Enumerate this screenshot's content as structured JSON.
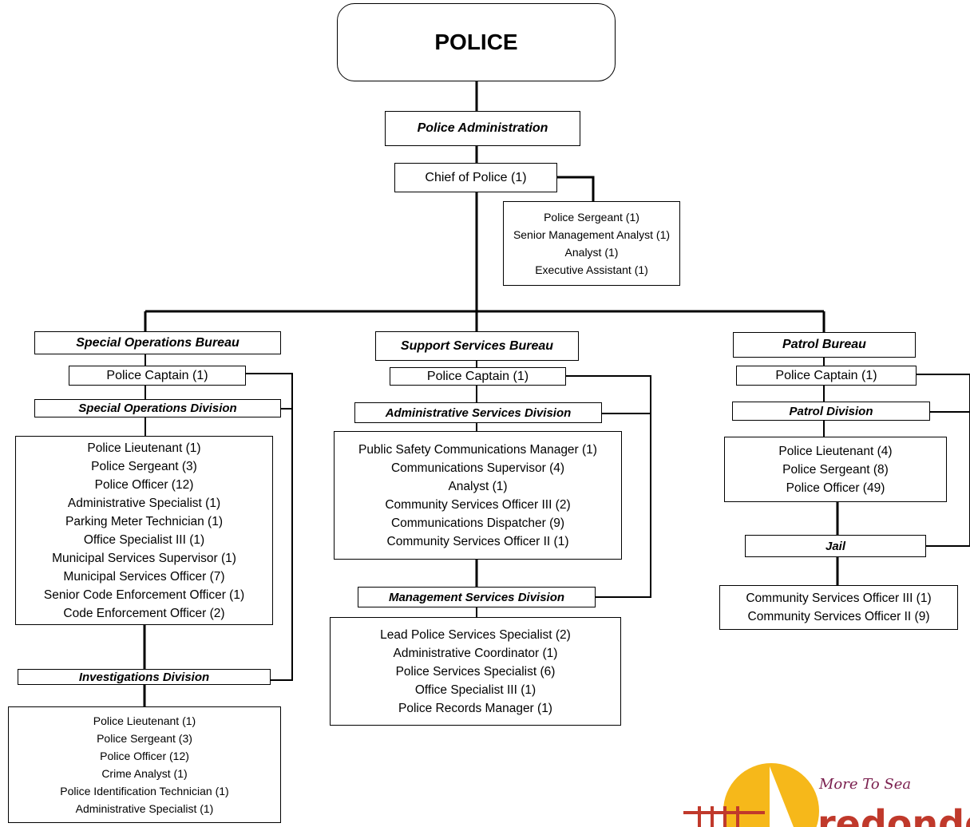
{
  "title": "POLICE",
  "administration": {
    "header": "Police Administration",
    "chief": "Chief of Police (1)",
    "staff": [
      "Police Sergeant (1)",
      "Senior Management Analyst (1)",
      "Analyst (1)",
      "Executive Assistant (1)"
    ]
  },
  "special_operations_bureau": {
    "header": "Special Operations Bureau",
    "captain": "Police Captain (1)",
    "special_operations_division": {
      "header": "Special Operations Division",
      "positions": [
        "Police Lieutenant (1)",
        "Police Sergeant (3)",
        "Police Officer (12)",
        "Administrative Specialist (1)",
        "Parking Meter Technician (1)",
        "Office Specialist III (1)",
        "Municipal Services Supervisor (1)",
        "Municipal Services Officer (7)",
        "Senior Code Enforcement Officer  (1)",
        "Code Enforcement Officer  (2)"
      ]
    },
    "investigations_division": {
      "header": "Investigations Division",
      "positions": [
        "Police Lieutenant (1)",
        "Police Sergeant (3)",
        "Police Officer (12)",
        "Crime Analyst (1)",
        "Police Identification Technician (1)",
        "Administrative Specialist (1)"
      ]
    }
  },
  "support_services_bureau": {
    "header": "Support Services Bureau",
    "captain": "Police Captain (1)",
    "administrative_services_division": {
      "header": "Administrative Services Division",
      "positions": [
        "Public Safety Communications Manager (1)",
        "Communications Supervisor (4)",
        "Analyst (1)",
        "Community Services Officer III (2)",
        "Communications Dispatcher (9)",
        "Community Services Officer II (1)"
      ]
    },
    "management_services_division": {
      "header": "Management Services Division",
      "positions": [
        "Lead Police Services Specialist (2)",
        "Administrative Coordinator (1)",
        "Police Services Specialist (6)",
        "Office Specialist III (1)",
        "Police Records Manager (1)"
      ]
    }
  },
  "patrol_bureau": {
    "header": "Patrol Bureau",
    "captain": "Police Captain (1)",
    "patrol_division": {
      "header": "Patrol Division",
      "positions": [
        "Police Lieutenant (4)",
        "Police Sergeant (8)",
        "Police Officer (49)"
      ]
    },
    "jail": {
      "header": "Jail",
      "positions": [
        "Community Services Officer III (1)",
        "Community Services Officer II (9)"
      ]
    }
  },
  "logo": {
    "tagline": "More To Sea",
    "wordmark": "redondo",
    "sun_color": "#f6b81a",
    "brand_color": "#7a1f4e",
    "bridge_color": "#c0392b"
  }
}
